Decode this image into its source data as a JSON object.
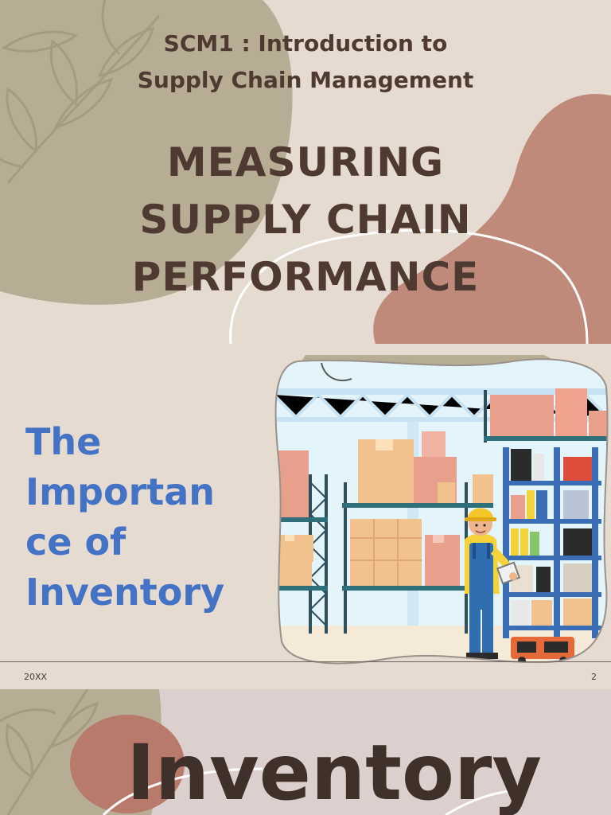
{
  "slide1": {
    "course_title": "SCM1 : Introduction to\nSupply Chain Management",
    "main_title": "MEASURING\nSUPPLY CHAIN\nPERFORMANCE"
  },
  "slide2": {
    "heading": "The\nImportan\nce of\nInventory",
    "footer_date": "20XX",
    "footer_page": "2"
  },
  "slide3": {
    "title": "Inventory"
  },
  "colors": {
    "background": "#e6dbd1",
    "olive_shape": "#b6ad94",
    "terracotta_shape": "#c08a7a",
    "title_text": "#4e3a30",
    "heading_blue": "#4472c4"
  },
  "icons": [
    "leaf-branch-icon",
    "warehouse-worker-illustration"
  ]
}
